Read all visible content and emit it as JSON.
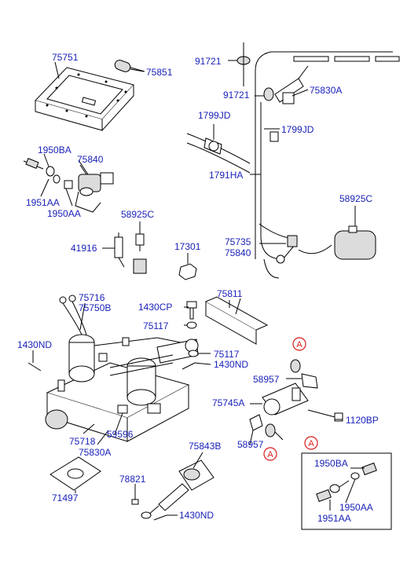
{
  "labels": {
    "l75751": "75751",
    "l75851": "75851",
    "l1950BA_top": "1950BA",
    "l75840_top": "75840",
    "l1951AA_top": "1951AA",
    "l1950AA_top": "1950AA",
    "l58925C_mid": "58925C",
    "l41916": "41916",
    "l17301": "17301",
    "l91721_a": "91721",
    "l91721_b": "91721",
    "l75830A_top": "75830A",
    "l1799JD_a": "1799JD",
    "l1799JD_b": "1799JD",
    "l1791HA": "1791HA",
    "l58925C_right": "58925C",
    "l75735": "75735",
    "l75840_right": "75840",
    "l75716": "75716",
    "l75750B": "75750B",
    "l1430CP": "1430CP",
    "l75811": "75811",
    "l75117_a": "75117",
    "l75117_b": "75117",
    "l1430ND_b": "1430ND",
    "l1430ND_a": "1430ND",
    "l58957_a": "58957",
    "l75745A": "75745A",
    "l1120BP": "1120BP",
    "l58957_b": "58957",
    "l59596": "59596",
    "l75718": "75718",
    "l75830A_bot": "75830A",
    "l75843B": "75843B",
    "l78821": "78821",
    "l71497": "71497",
    "l1430ND_c": "1430ND",
    "l1950BA_box": "1950BA",
    "l1950AA_box": "1950AA",
    "l1951AA_box": "1951AA"
  },
  "callouts": {
    "a1": "A",
    "a2": "A",
    "a3": "A"
  },
  "colors": {
    "label": "#1b22b8",
    "callout": "#d81b1b",
    "line": "#000000"
  }
}
